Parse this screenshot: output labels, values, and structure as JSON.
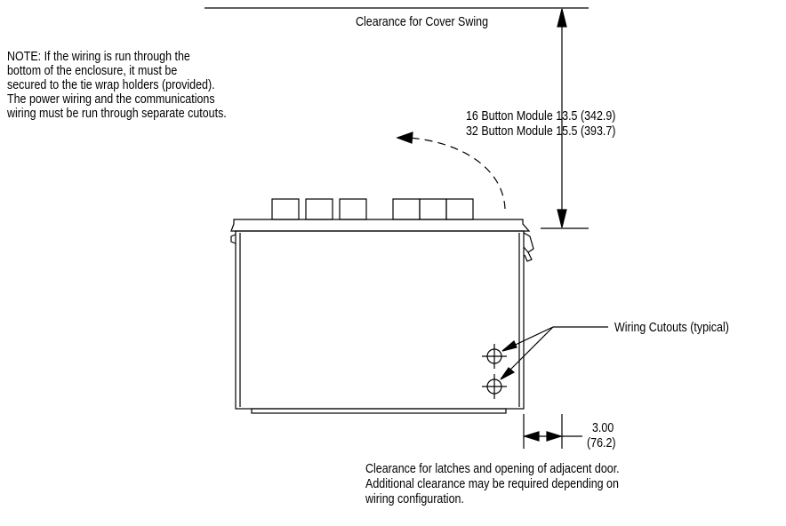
{
  "labels": {
    "cover_swing": "Clearance for Cover Swing",
    "note_lines": [
      "NOTE: If the wiring is run through the",
      "bottom of the enclosure, it must be",
      "secured to the tie wrap holders (provided).",
      "The power wiring and the communications",
      "wiring must be run through separate cutouts."
    ],
    "module_dims": [
      "16 Button Module 13.5 (342.9)",
      "32 Button Module 15.5 (393.7)"
    ],
    "wiring_cutouts": "Wiring Cutouts (typical)",
    "side_dim_value": "3.00",
    "side_dim_metric": "(76.2)",
    "latch_note_lines": [
      "Clearance for latches and opening of adjacent door.",
      "Additional clearance may be required depending on",
      "wiring configuration."
    ]
  }
}
